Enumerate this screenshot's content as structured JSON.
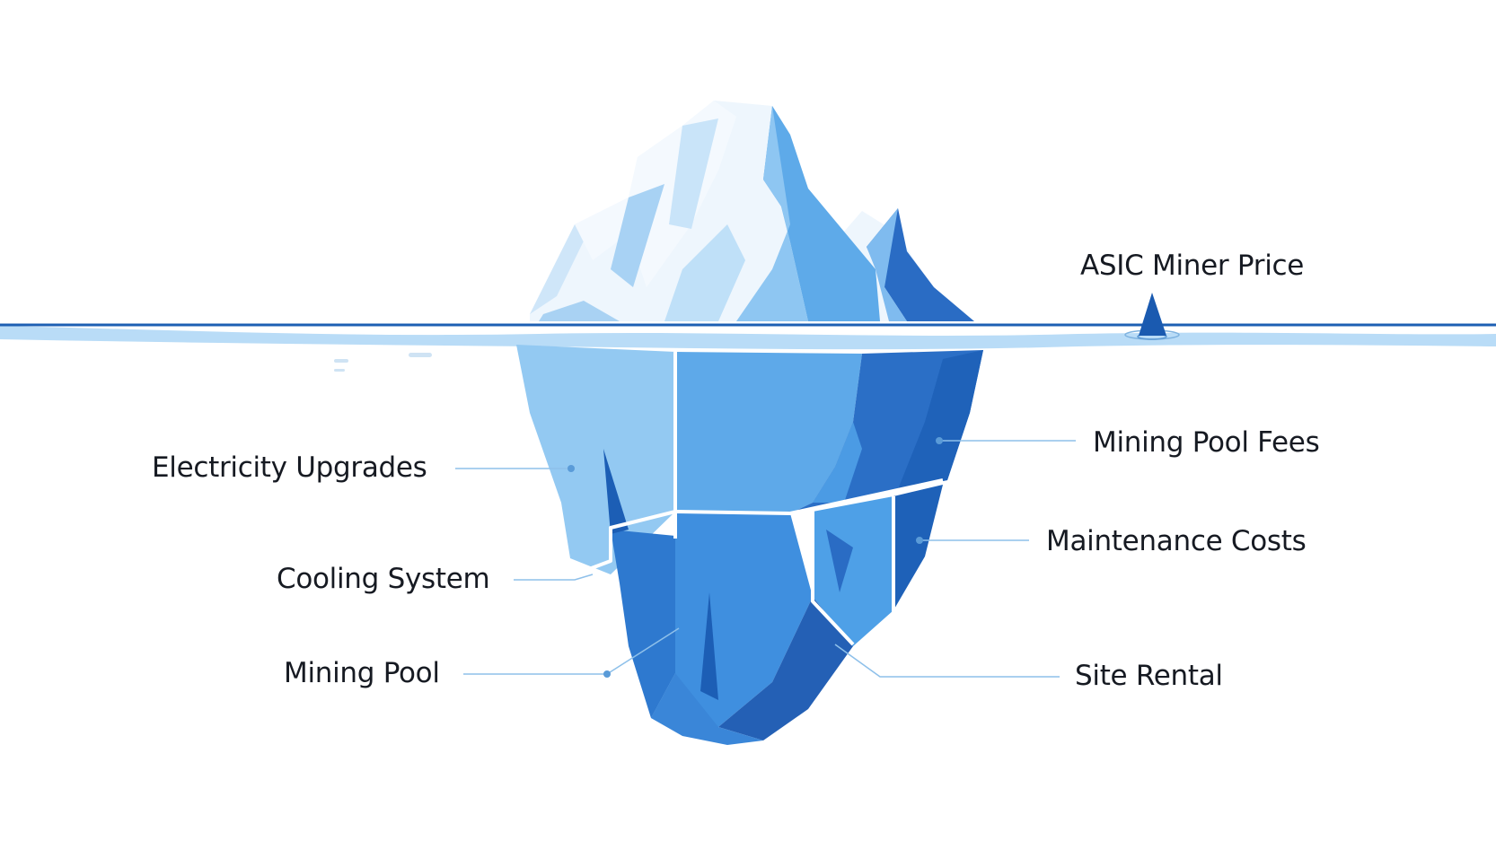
{
  "diagram": {
    "labels": {
      "asic_miner_price": "ASIC Miner Price",
      "mining_pool_fees": "Mining Pool Fees",
      "electricity_upgrades": "Electricity Upgrades",
      "maintenance_costs": "Maintenance Costs",
      "cooling_system": "Cooling System",
      "mining_pool": "Mining Pool",
      "site_rental": "Site Rental"
    }
  },
  "colors": {
    "background": "#ffffff",
    "water_surface": "#b9dcf7",
    "waterline": "#1d5fb3",
    "ice_white": "#ffffff",
    "ice_light": "#9fcdf2",
    "ice_mid": "#4d9fe6",
    "ice_dark": "#1a5cb3",
    "connector": "#8ec0ea",
    "text": "#161a22"
  }
}
